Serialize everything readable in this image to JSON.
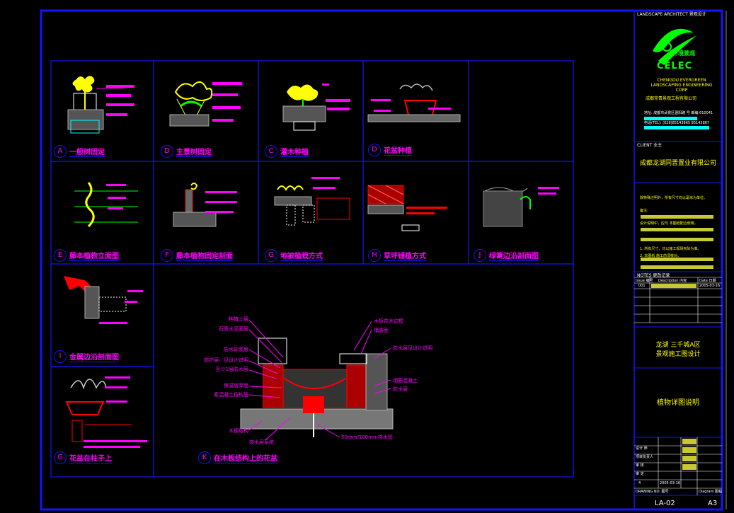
{
  "titleblock": {
    "header": "LANDSCAPE ARCHITECT  景观设计",
    "logo_text": "CELEC",
    "logo_cn": "环境景观",
    "company_en_1": "CHENGDU EVERGREEN",
    "company_en_2": "LANDSCAPING ENGINEERING",
    "company_en_3": "CORP",
    "company_cn": "成都常青景观工程有限公司",
    "address": "地址: 成都市武侯区晋阳路 号 邮编 610041",
    "phone": "电话(TEL): (028)85143865  85143867",
    "client_label": "CLIENT  业主",
    "client": "成都龙湖同晋置业有限公司",
    "note_1": "除特殊注明外，所有尺寸均以毫米为单位。",
    "note_2": "备注:",
    "note_3": "设计说明中，应与 本图纸配合使用。",
    "note_4": "1. 所有尺寸，均以施工现场实际为准。",
    "note_5": "2. 本图纸 施工前须核对。",
    "notes_label": "NOTES  更改记录",
    "rev_h1": "Issue 编号",
    "rev_h2": "Description 内容",
    "rev_h3": "Date 日期",
    "rev_c1": "001",
    "rev_c3": "2005-03-16",
    "project_1": "龙湖  三千城A区",
    "project_2": "景观施工图设计",
    "drawing_title": "植物详图说明",
    "sig_1": "设计 师",
    "sig_2": "项目负责人",
    "sig_3": "审 核",
    "sig_4": "审 定",
    "sig_date": "2005-03-16",
    "sig_ver": "4",
    "drawing_no_label": "DRAWING NO. 图号",
    "diagram_label": "Diagram 图幅",
    "drawing_no": "LA-02",
    "sheet": "A3"
  },
  "details": [
    {
      "letter": "A",
      "title": "一般树固定"
    },
    {
      "letter": "D",
      "title": "主景树固定"
    },
    {
      "letter": "C",
      "title": "灌木种植"
    },
    {
      "letter": "D",
      "title": "花盆种植"
    },
    {
      "letter": "E",
      "title": "藤本植物立面图"
    },
    {
      "letter": "F",
      "title": "藤本植物固定剖面"
    },
    {
      "letter": "G",
      "title": "地被植栽方式"
    },
    {
      "letter": "H",
      "title": "草坪铺植方式"
    },
    {
      "letter": "J",
      "title": "绿篱边沿剖面图"
    },
    {
      "letter": "I",
      "title": "金属边沿剖面图"
    },
    {
      "letter": "G",
      "title": "花盆在柱子上"
    },
    {
      "letter": "K",
      "title": "在木板结构上的花盆"
    }
  ],
  "k_labels": {
    "l1": "种植土层",
    "l2": "石质水泥面层",
    "l3": "防水砂浆层",
    "l4": "防护层，见设计说明",
    "l5": "至少1层防水层",
    "l6": "保温层厚度",
    "l7": "素混凝土结构层",
    "l8": "木板结构",
    "l9": "排水层系统",
    "r1": "木板花池边框",
    "r2": "铺装面",
    "r3": "防水层见设计说明",
    "r4": "钢筋混凝土",
    "r5": "防水层",
    "bottom": "50mm/100mm排水管"
  },
  "colors": {
    "border": "#1414ff",
    "magenta": "#ff00ff",
    "yellow": "#ffff00",
    "green": "#00ff00",
    "red": "#ff0000",
    "white": "#ffffff",
    "cyan": "#00ffff"
  }
}
